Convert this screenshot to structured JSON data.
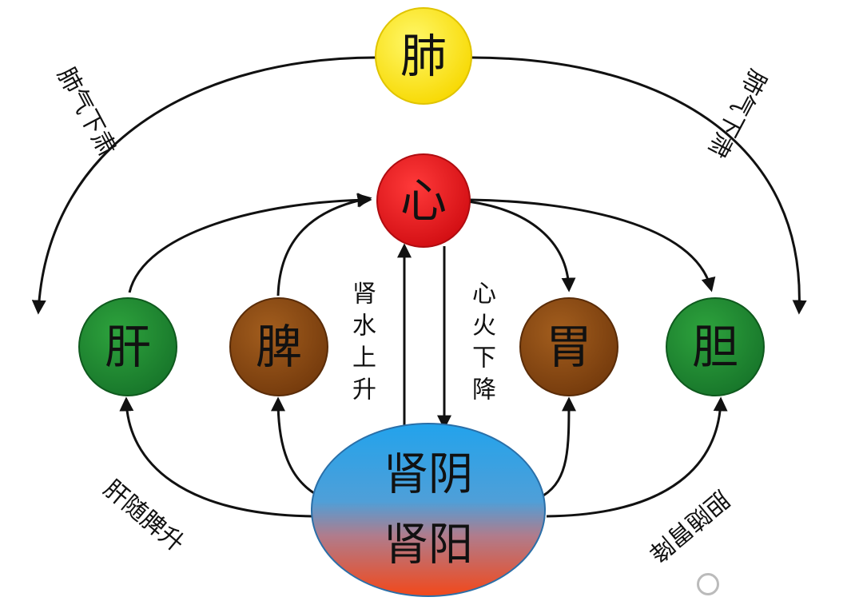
{
  "organs": {
    "lung": "肺",
    "heart": "心",
    "liver": "肝",
    "spleen": "脾",
    "stomach": "胃",
    "gallbladder": "胆",
    "kidney_yin": "肾阴",
    "kidney_yang": "肾阳"
  },
  "labels": {
    "lung_qi_descends_left": "肺气下肃",
    "lung_qi_descends_right": "肺气下肃",
    "kidney_water_rises": "肾水上升",
    "heart_fire_descends": "心火下降",
    "liver_rises_with_spleen": "肝随脾升",
    "gallbladder_descends_with_stomach": "胆随胃降"
  },
  "colors": {
    "lung": "#ffee00",
    "heart": "#e5141a",
    "liver": "#1e8a2e",
    "spleen": "#8b4a12",
    "stomach": "#8b4a12",
    "gallbladder": "#1e8a2e",
    "kidney_top": "#2ea0e6",
    "kidney_bottom": "#f04a1c",
    "arrow": "#111111"
  }
}
